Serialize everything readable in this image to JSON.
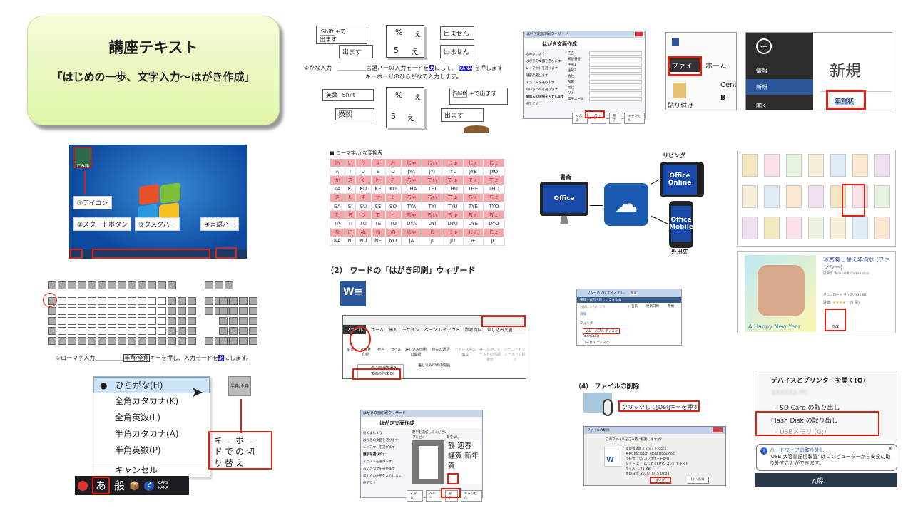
{
  "title": {
    "main": "講座テキスト",
    "sub": "「はじめの一歩、文字入力～はがき作成」"
  },
  "kana_diagram": {
    "top": {
      "shift_label": "Shift",
      "shift_note": "+で\n出ます",
      "pct": "%",
      "e1": "ぇ",
      "five": "5",
      "e2": "え",
      "out1": "出ません",
      "out2": "出ません",
      "out3": "出ます"
    },
    "caption_label": "②かな入力",
    "caption_text1": "言語バーの入力モードを",
    "caption_a": "あ",
    "caption_text2": "にして、",
    "caption_kana": "KANA",
    "caption_text3": "を押します",
    "caption_line2": "キーボードのひらがなで入力します。",
    "bottom": {
      "eisu_shift": "英数+Shift",
      "pct": "%",
      "e1": "ぇ",
      "five": "5",
      "e2": "え",
      "eisu": "英数",
      "shift_note": "Shift",
      "shift_note2": "+で出ます",
      "out": "出ます"
    }
  },
  "wizard1": {
    "window_title": "はがき文面印刷ウィザード",
    "heading": "はがき文面作成",
    "steps": [
      "始めましょう",
      "はがきの文面を選びます",
      "レイアウトを選びます",
      "題字を選びます",
      "イラストを選びます",
      "あいさつ文を選びます",
      "差出人の住所を入力します",
      "終了です"
    ],
    "fields": [
      "氏名",
      "郵便番号",
      "住所1",
      "住所2",
      "会社",
      "部署",
      "電話",
      "FAX",
      "電子メール"
    ],
    "buttons": [
      "< 戻る",
      "次へ >",
      "完了",
      "キャンセル"
    ]
  },
  "word_tab": {
    "file": "ファイル",
    "home": "ホーム",
    "paste": "貼り付け",
    "font": "Cent",
    "bold": "B"
  },
  "backstage": {
    "info": "情報",
    "new": "新規",
    "open": "開く",
    "heading": "新規",
    "search": "年賀状"
  },
  "desktop": {
    "recycle": "ごみ箱",
    "labels": [
      "①アイコン",
      "②スタートボタン",
      "③タスクバー",
      "④言語バー"
    ]
  },
  "romaji": {
    "title": "■ ローマ字/かな変換表",
    "rows": [
      [
        "あ",
        "い",
        "う",
        "え",
        "お",
        "じゃ",
        "じぃ",
        "じゅ",
        "じぇ",
        "じょ"
      ],
      [
        "A",
        "I",
        "U",
        "E",
        "O",
        "JYA",
        "JYI",
        "JYU",
        "JYE",
        "JYO"
      ],
      [
        "か",
        "き",
        "く",
        "け",
        "こ",
        "ちゃ",
        "てぃ",
        "てゅ",
        "てぇ",
        "てょ"
      ],
      [
        "KA",
        "KI",
        "KU",
        "KE",
        "KO",
        "CHA",
        "THI",
        "THU",
        "THE",
        "THO"
      ],
      [
        "さ",
        "し",
        "す",
        "せ",
        "そ",
        "ちゃ",
        "ちぃ",
        "ちゅ",
        "ちぇ",
        "ちょ"
      ],
      [
        "SA",
        "SI",
        "SU",
        "SE",
        "SO",
        "TYA",
        "TYI",
        "TYU",
        "TYE",
        "TYO"
      ],
      [
        "た",
        "ち",
        "つ",
        "て",
        "と",
        "ぢゃ",
        "ぢぃ",
        "ぢゅ",
        "ぢぇ",
        "ぢょ"
      ],
      [
        "TA",
        "TI",
        "TU",
        "TE",
        "TO",
        "DYA",
        "DYI",
        "DYU",
        "DYE",
        "DYO"
      ],
      [
        "な",
        "に",
        "ぬ",
        "ね",
        "の",
        "じゃ",
        "じ",
        "じゅ",
        "じぇ",
        "じょ"
      ],
      [
        "NA",
        "NI",
        "NU",
        "NE",
        "NO",
        "JA",
        "JI",
        "JU",
        "JE",
        "JO"
      ]
    ]
  },
  "cloud": {
    "study": "書斎",
    "living": "リビング",
    "outside": "外出先",
    "office": "Office",
    "online": "Office Online",
    "mobile": "Office Mobile"
  },
  "template": {
    "name": "写真差し替え年賀状 (ファンシー)",
    "provider": "提供元: Microsoft Corporation",
    "size": "ダウンロード サイズ: 131 KB",
    "rating": "評価:",
    "stars": "★★★★☆",
    "votes": "(6 票)",
    "create": "作成",
    "card_text": "A Happy New Year"
  },
  "keyboard": {
    "caption1": "①ローマ字入力",
    "key": "半角/全角",
    "caption2": "キーを押し、入力モードを",
    "a": "あ",
    "caption3": "にします。"
  },
  "section2": {
    "heading": "（2） ワードの「はがき印刷」ウィザード",
    "tabs": [
      "ファイル",
      "ホーム",
      "挿入",
      "デザイン",
      "ページ レイアウト",
      "参考資料",
      "差し込み文書"
    ],
    "buttons": [
      "封筒",
      "はがき印刷",
      "宛名",
      "ラベル",
      "差し込み印刷の開始",
      "宛先の選択",
      "アドレス帳の編集",
      "差し込みフィールドの強調表示",
      "バーコードフィールドの挿入"
    ],
    "group": "差し込み印刷の開始",
    "menu": [
      "宛て面の作成(A)",
      "文面の作成(D)"
    ]
  },
  "explorer": {
    "path": "リムーバブル ディスク (...",
    "search": "検索",
    "org": "整理",
    "view": "表示",
    "newfolder": "新しいフォルダ",
    "favorites": "お気に入りリンク",
    "more": "詳細",
    "folders": "フォルダ",
    "items": [
      "リムーバブル ディスク",
      "RECYCLER",
      "ローカル ディスク"
    ],
    "cols": [
      "名前",
      "更新日時",
      "種類"
    ]
  },
  "ime_menu": {
    "items": [
      "ひらがな(H)",
      "全角カタカナ(K)",
      "全角英数(L)",
      "半角カタカナ(A)",
      "半角英数(P)",
      "キャンセル"
    ],
    "note": "キーボードでの切り替え",
    "taskbar_a": "あ",
    "taskbar_mode": "般",
    "caps": "CAPS",
    "kana": "KANA",
    "key_label": "半角/全角"
  },
  "wizard2": {
    "window_title": "はがき文面印刷ウィザード",
    "heading": "はがき文面作成",
    "prompt": "題字を選択してください",
    "preview": "プレビュー",
    "list": "題字なし",
    "buttons": [
      "< 戻る",
      "次へ >",
      "完了",
      "キャンセル"
    ]
  },
  "section4": {
    "heading": "（4） ファイルの削除",
    "instruction": "クリックして[Del]キーを押す",
    "dialog_title": "ファイルの削除",
    "question": "このファイルをごみ箱に移動しますか?",
    "details": [
      "年賀状文面（ｘｘｘ）.docx",
      "種類: Microsoft Word Document",
      "作成者: パソコンサポートの会",
      "タイトル: 「はじめてのパソコン」テキスト",
      "サイズ: 1.70 MB",
      "更新日時: 2014/10/15 10:03"
    ],
    "yes": "はい(Y)",
    "no": "いいえ(N)"
  },
  "devices": {
    "open": "デバイスとプリンターを開く(O)",
    "pc": "XXXXXX-PC",
    "sd": "-  SD Card の取り出し",
    "flash": "Flash Disk の取り出し",
    "usb": "-  USBメモリ (G:)"
  },
  "notify": {
    "title": "ハードウェアの取り外し",
    "body": "'USB 大容量記憶装置' はコンピューターから安全に取り外すことができます。",
    "taskbar": "A般"
  }
}
